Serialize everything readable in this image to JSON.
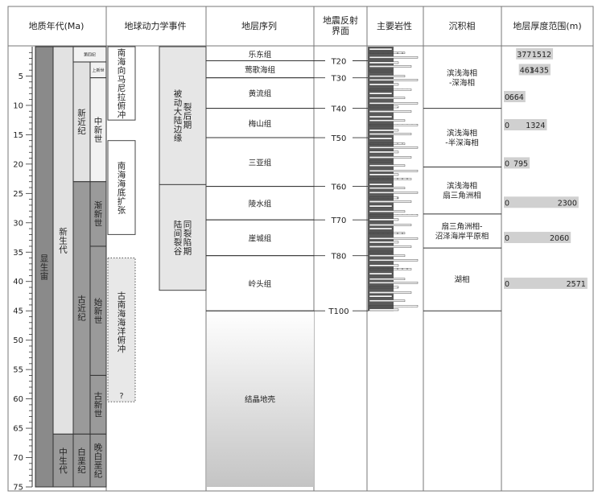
{
  "headers": {
    "age": "地质年代(Ma)",
    "events": "地球动力学事件",
    "strata": "地层序列",
    "seismic": "地震反射\n界面",
    "lithology": "主要岩性",
    "facies": "沉积相",
    "thickness": "地层厚度范围(m)"
  },
  "age_axis": {
    "min": 0,
    "max": 75,
    "ticks": [
      5,
      10,
      15,
      20,
      25,
      30,
      35,
      40,
      45,
      50,
      55,
      60,
      65,
      70,
      75
    ]
  },
  "eons": [
    {
      "label": "显生宙",
      "from": 0,
      "to": 75
    }
  ],
  "eras": [
    {
      "label": "新生代",
      "from": 0,
      "to": 66
    },
    {
      "label": "中生代",
      "from": 66,
      "to": 75
    }
  ],
  "periods": [
    {
      "label": "新近纪",
      "from": 2.6,
      "to": 23
    },
    {
      "label": "古近纪",
      "from": 23,
      "to": 66
    },
    {
      "label": "白垩纪",
      "from": 66,
      "to": 75
    }
  ],
  "epochs": [
    {
      "label": "第四纪",
      "from": 0,
      "to": 2.6
    },
    {
      "label": "上新世",
      "from": 2.6,
      "to": 5.3
    },
    {
      "label": "中新世",
      "from": 5.3,
      "to": 23
    },
    {
      "label": "渐新世",
      "from": 23,
      "to": 34
    },
    {
      "label": "始新世",
      "from": 34,
      "to": 56
    },
    {
      "label": "古新世",
      "from": 56,
      "to": 66
    },
    {
      "label": "晚白垩纪",
      "from": 66,
      "to": 75
    }
  ],
  "events": [
    {
      "label": "南海向马尼拉俯冲",
      "from": 0,
      "to": 12.5
    },
    {
      "label": "南海海底扩张",
      "from": 16,
      "to": 32
    },
    {
      "label": "古南海海洋俯冲",
      "from": 36,
      "to": 60.5,
      "dotted": true,
      "note": "?"
    }
  ],
  "tectonic": [
    {
      "label": "裂后期\n被动大陆边缘",
      "from": 0,
      "to": 23.5
    },
    {
      "label": "同裂陷期\n陆间裂谷",
      "from": 23.5,
      "to": 41.5
    }
  ],
  "strata": [
    {
      "label": "乐东组",
      "from": 0,
      "to": 2.4
    },
    {
      "label": "莺歌海组",
      "from": 2.4,
      "to": 5.3
    },
    {
      "label": "黄流组",
      "from": 5.3,
      "to": 10.5
    },
    {
      "label": "梅山组",
      "from": 10.5,
      "to": 15.5
    },
    {
      "label": "三亚组",
      "from": 15.5,
      "to": 23.8
    },
    {
      "label": "陵水组",
      "from": 23.8,
      "to": 29.5
    },
    {
      "label": "崖城组",
      "from": 29.5,
      "to": 35.6
    },
    {
      "label": "岭头组",
      "from": 35.6,
      "to": 45
    },
    {
      "label": "结晶地壳",
      "from": 45,
      "to": 75
    }
  ],
  "seismic": [
    {
      "label": "T20",
      "age": 2.4
    },
    {
      "label": "T30",
      "age": 5.3
    },
    {
      "label": "T40",
      "age": 10.5
    },
    {
      "label": "T50",
      "age": 15.5
    },
    {
      "label": "T60",
      "age": 23.8
    },
    {
      "label": "T70",
      "age": 29.5
    },
    {
      "label": "T80",
      "age": 35.6
    },
    {
      "label": "T100",
      "age": 45
    }
  ],
  "facies": [
    {
      "label": "滨浅海相\n-深海相",
      "from": 0,
      "to": 10.5
    },
    {
      "label": "滨浅海相\n-半深海相",
      "from": 10.5,
      "to": 20.5
    },
    {
      "label": "滨浅海相\n扇三角洲相",
      "from": 20.5,
      "to": 28.5
    },
    {
      "label": "扇三角洲相-\n沼泽海岸平原相",
      "from": 28.5,
      "to": 34.3
    },
    {
      "label": "湖相",
      "from": 34.3,
      "to": 45
    }
  ],
  "thickness": [
    {
      "age": 1.2,
      "min": 377,
      "max": 1512
    },
    {
      "age": 3.9,
      "min": 463,
      "max": 1435
    },
    {
      "age": 8.5,
      "min": 0,
      "max": 664
    },
    {
      "age": 13.3,
      "min": 0,
      "max": 1324
    },
    {
      "age": 19.8,
      "min": 0,
      "max": 795
    },
    {
      "age": 26.5,
      "min": 0,
      "max": 2300
    },
    {
      "age": 32.5,
      "min": 0,
      "max": 2060
    },
    {
      "age": 40.3,
      "min": 0,
      "max": 2571
    }
  ],
  "colors": {
    "eon": "#8a8a8a",
    "era": "#e2e2e2",
    "period": "#9a9a9a",
    "epoch": "#f2f2f2",
    "event_fill": "#e8e8e8",
    "tectonic_fill": "#e6e6e6",
    "bar": "#d0d0d0",
    "dark": "#5a5a5a"
  }
}
